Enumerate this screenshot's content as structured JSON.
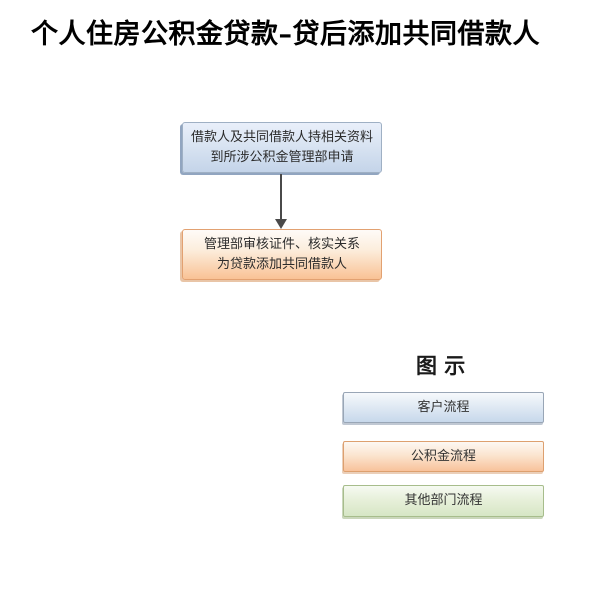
{
  "page": {
    "title": "个人住房公积金贷款–贷后添加共同借款人",
    "background": "#ffffff"
  },
  "flowchart": {
    "steps": [
      {
        "id": "customer-application",
        "category": "customer",
        "line1": "借款人及共同借款人持相关资料",
        "line2": "到所涉公积金管理部申请",
        "fill_top": "#e9effa",
        "fill_bottom": "#c4d4e9",
        "border": "#9fb0c4"
      },
      {
        "id": "fund-review",
        "category": "fund",
        "line1": "管理部审核证件、核实关系",
        "line2": "为贷款添加共同借款人",
        "fill_top": "#fefbf8",
        "fill_bottom": "#f9c295",
        "border": "#e2a171"
      }
    ],
    "connector": {
      "type": "arrow-down",
      "color": "#4a4a4a"
    }
  },
  "legend": {
    "title": "图 示",
    "items": [
      {
        "label": "客户流程",
        "category": "customer",
        "fill_top": "#f6f9fc",
        "fill_bottom": "#c7d8eb",
        "border": "#99a6b6"
      },
      {
        "label": "公积金流程",
        "category": "fund",
        "fill_top": "#fdf8f3",
        "fill_bottom": "#f8c29b",
        "border": "#dda06f"
      },
      {
        "label": "其他部门流程",
        "category": "other",
        "fill_top": "#f6faf2",
        "fill_bottom": "#d6e6c5",
        "border": "#a7bd8c"
      }
    ]
  }
}
